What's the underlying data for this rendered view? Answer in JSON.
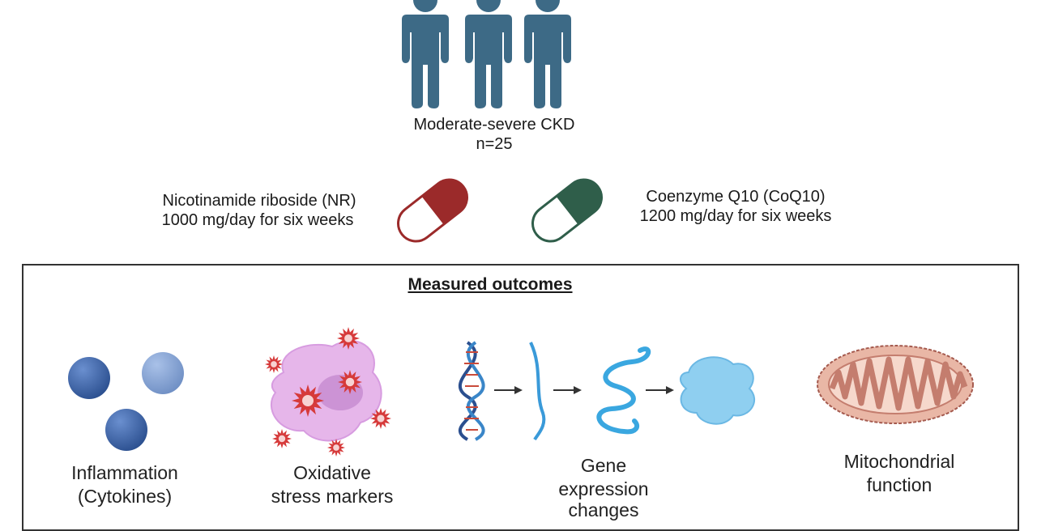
{
  "cohort": {
    "label": "Moderate-severe CKD",
    "count": "n=25",
    "person_color": "#3d6a86"
  },
  "treatments": [
    {
      "name": "Nicotinamide riboside (NR)",
      "dose": "1000 mg/day for six weeks",
      "color": "#9b2a2a",
      "icon": "capsule-icon"
    },
    {
      "name": "Coenzyme Q10 (CoQ10)",
      "dose": "1200 mg/day for six weeks",
      "color": "#2f5e4a",
      "icon": "capsule-icon"
    }
  ],
  "outcomes": {
    "title": "Measured outcomes",
    "items": [
      {
        "line1": "Inflammation",
        "line2": "(Cytokines)",
        "icon": "cytokine-spheres-icon"
      },
      {
        "line1": "Oxidative",
        "line2": "stress markers",
        "icon": "oxidative-cell-icon"
      },
      {
        "line1": "Gene",
        "line2": "expression",
        "line3": "changes",
        "icon": "dna-rna-protein-icon"
      },
      {
        "line1": "Mitochondrial",
        "line2": "function",
        "icon": "mitochondrion-icon"
      }
    ]
  }
}
